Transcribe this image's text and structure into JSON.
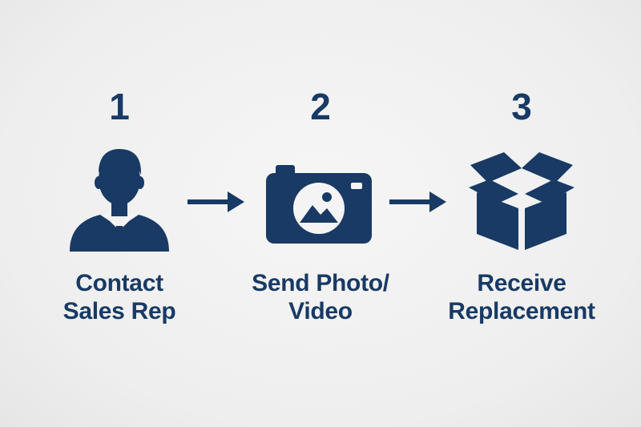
{
  "colors": {
    "primary": "#183a64",
    "background": "#efefef"
  },
  "steps": [
    {
      "number": "1",
      "icon": "person-icon",
      "label_line1": "Contact",
      "label_line2": "Sales Rep"
    },
    {
      "number": "2",
      "icon": "camera-icon",
      "label_line1": "Send Photo/",
      "label_line2": "Video"
    },
    {
      "number": "3",
      "icon": "box-icon",
      "label_line1": "Receive",
      "label_line2": "Replacement"
    }
  ],
  "arrows": [
    "arrow-right-icon",
    "arrow-right-icon"
  ]
}
